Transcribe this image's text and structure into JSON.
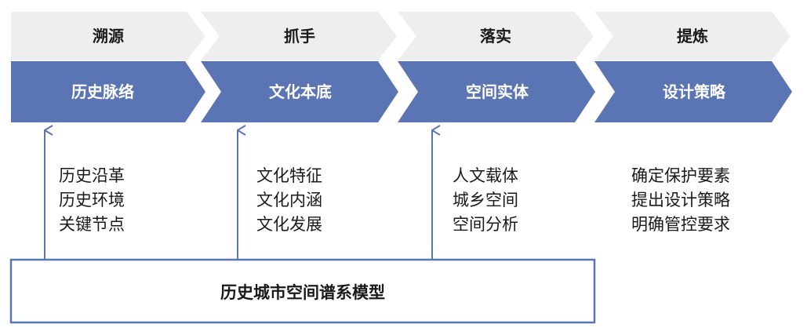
{
  "stages": [
    {
      "top_label": "溯源",
      "bottom_label": "历史脉络",
      "items": [
        "历史沿革",
        "历史环境",
        "关键节点"
      ]
    },
    {
      "top_label": "抓手",
      "bottom_label": "文化本底",
      "items": [
        "文化特征",
        "文化内涵",
        "文化发展"
      ]
    },
    {
      "top_label": "落实",
      "bottom_label": "空间实体",
      "items": [
        "人文载体",
        "城乡空间",
        "空间分析"
      ]
    },
    {
      "top_label": "提炼",
      "bottom_label": "设计策略",
      "items": [
        "确定保护要素",
        "提出设计策略",
        "明确管控要求"
      ]
    }
  ],
  "model": {
    "label": "历史城市空间谱系模型"
  },
  "colors": {
    "top_chevron": "#eeeeee",
    "bottom_chevron": "#5b74b3",
    "bottom_text": "#ffffff",
    "top_text": "#1a1a1a",
    "arrow": "#5b74b3",
    "box_border": "#5b74b3"
  }
}
